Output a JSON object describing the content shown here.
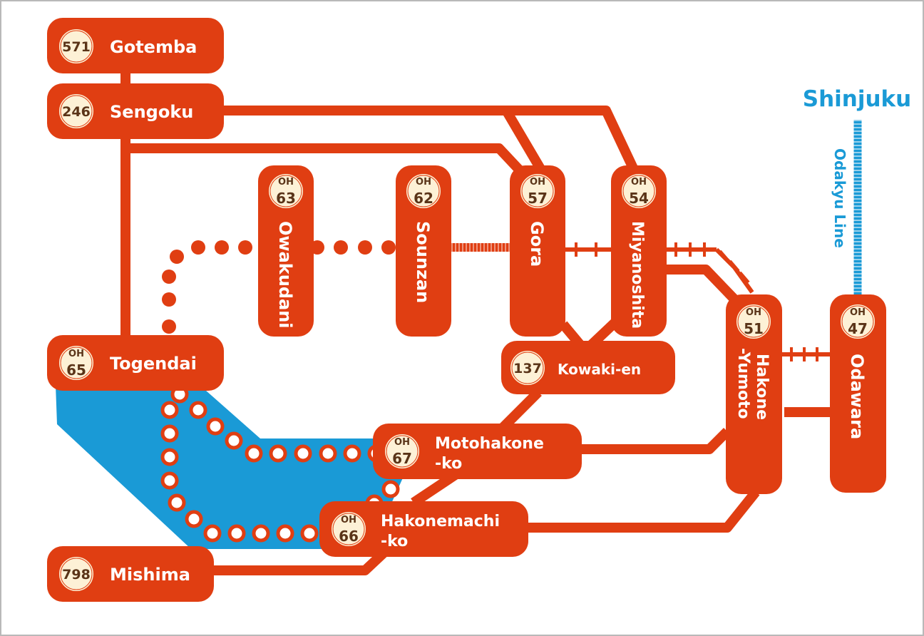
{
  "colors": {
    "route": "#e03e12",
    "badge_fill": "#fdf1d6",
    "badge_text": "#5a3418",
    "lake": "#1a9ad6",
    "odakyu": "#1a9ad6",
    "frame": "#b9b9b9"
  },
  "odakyu": {
    "terminal": "Shinjuku",
    "line_name": "Odakyu Line"
  },
  "stations": {
    "gotemba": {
      "name": "Gotemba",
      "code": "571"
    },
    "sengoku": {
      "name": "Sengoku",
      "code": "246"
    },
    "togendai": {
      "name": "Togendai",
      "code_top": "OH",
      "code_num": "65"
    },
    "mishima": {
      "name": "Mishima",
      "code": "798"
    },
    "owakudani": {
      "name": "Owakudani",
      "code_top": "OH",
      "code_num": "63"
    },
    "sounzan": {
      "name": "Sounzan",
      "code_top": "OH",
      "code_num": "62"
    },
    "gora": {
      "name": "Gora",
      "code_top": "OH",
      "code_num": "57"
    },
    "miyanoshita": {
      "name": "Miyanoshita",
      "code_top": "OH",
      "code_num": "54"
    },
    "kowakien": {
      "name": "Kowaki-en",
      "code": "137"
    },
    "motohakoneko": {
      "name_line1": "Motohakone",
      "name_line2": "-ko",
      "code_top": "OH",
      "code_num": "67"
    },
    "hakonemachiko": {
      "name_line1": "Hakonemachi",
      "name_line2": "-ko",
      "code_top": "OH",
      "code_num": "66"
    },
    "hakoneyumoto": {
      "name_line1": "Hakone",
      "name_line2": "-Yumoto",
      "code_top": "OH",
      "code_num": "51"
    },
    "odawara": {
      "name": "Odawara",
      "code_top": "OH",
      "code_num": "47"
    }
  }
}
